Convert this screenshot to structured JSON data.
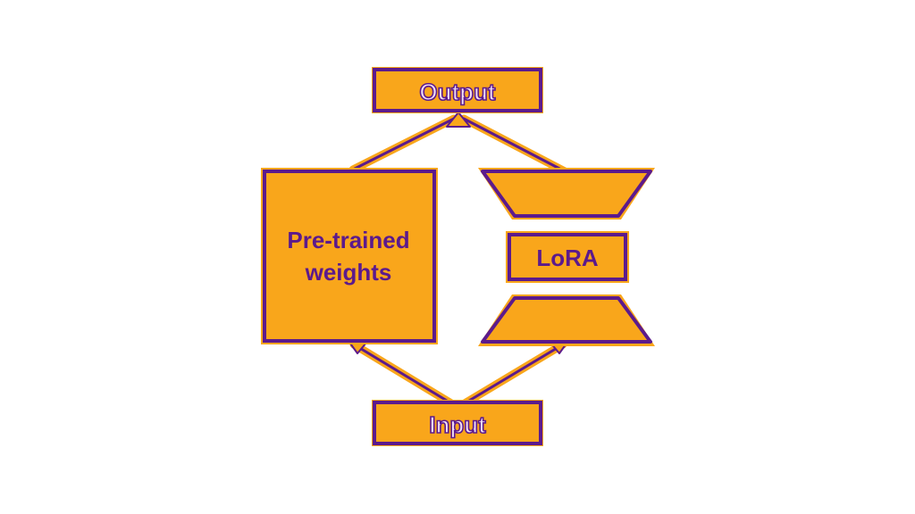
{
  "diagram": {
    "output_label": "Output",
    "input_label": "Input",
    "pretrained_label_line1": "Pre-trained",
    "pretrained_label_line2": "weights",
    "lora_label": "LoRA"
  },
  "colors": {
    "box_fill": "#F9A61B",
    "box_stroke": "#5C1A8C",
    "text": "#5C1A8C",
    "outline_text_fill": "#F0DDF5",
    "edge_glow": "#F9A61B",
    "background": "#FFFFFF"
  }
}
